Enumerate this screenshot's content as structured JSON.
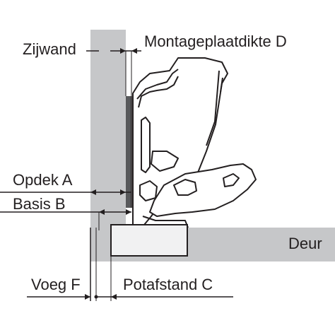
{
  "labels": {
    "side_wall": "Zijwand",
    "mounting_plate_thickness": "Montageplaatdikte D",
    "overlay": "Opdek A",
    "base": "Basis B",
    "door": "Deur",
    "gap": "Voeg F",
    "cup_distance": "Potafstand C"
  },
  "colors": {
    "panel": "#c6c7c9",
    "line": "#231f20",
    "text": "#231f20",
    "plate": "#58595b",
    "hinge_fill": "#ffffff",
    "cup_fill": "#f1f1f2"
  }
}
